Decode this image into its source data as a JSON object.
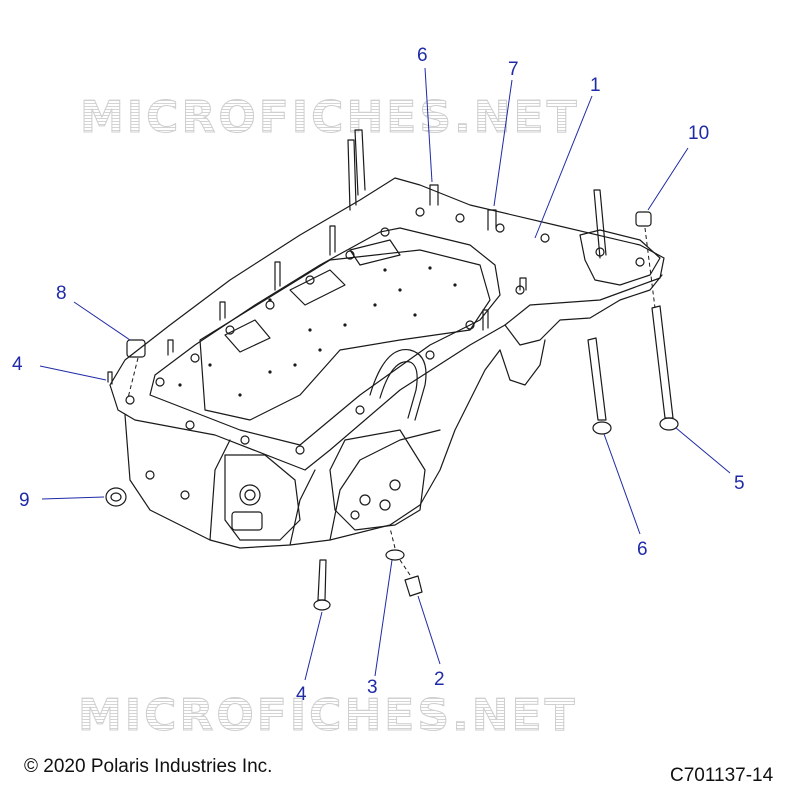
{
  "watermark": {
    "text": "MICROFICHES.NET"
  },
  "callouts": [
    {
      "id": "1",
      "label": "1"
    },
    {
      "id": "2",
      "label": "2"
    },
    {
      "id": "3",
      "label": "3"
    },
    {
      "id": "4a",
      "label": "4"
    },
    {
      "id": "4b",
      "label": "4"
    },
    {
      "id": "5",
      "label": "5"
    },
    {
      "id": "6a",
      "label": "6"
    },
    {
      "id": "6b",
      "label": "6"
    },
    {
      "id": "7",
      "label": "7"
    },
    {
      "id": "8",
      "label": "8"
    },
    {
      "id": "9",
      "label": "9"
    },
    {
      "id": "10",
      "label": "10"
    }
  ],
  "footer": {
    "copyright": "© 2020 Polaris Industries Inc.",
    "diagram_code": "C701137-14"
  },
  "colors": {
    "callout_text": "#1f2aa6",
    "leader_line": "#1f2aa6",
    "part_outline": "#1a1a1a",
    "watermark": "#cfcfcf"
  }
}
